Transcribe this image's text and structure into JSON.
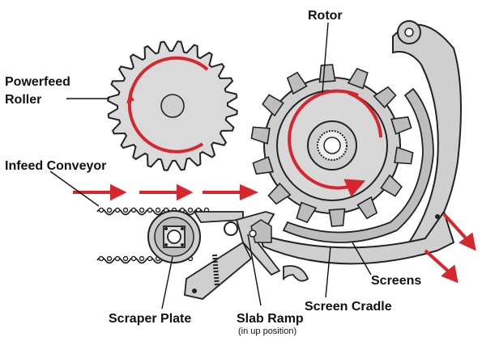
{
  "labels": {
    "rotor": "Rotor",
    "powerfeed_line1": "Powerfeed",
    "powerfeed_line2": "Roller",
    "infeed_conveyor": "Infeed Conveyor",
    "screens": "Screens",
    "screen_cradle": "Screen Cradle",
    "scraper_plate": "Scraper Plate",
    "slab_ramp": "Slab Ramp",
    "slab_ramp_note": "(in up position)"
  },
  "colors": {
    "arrow": "#d7262e",
    "part_fill": "#cfcfcf",
    "outline": "#222222",
    "background": "#ffffff"
  }
}
